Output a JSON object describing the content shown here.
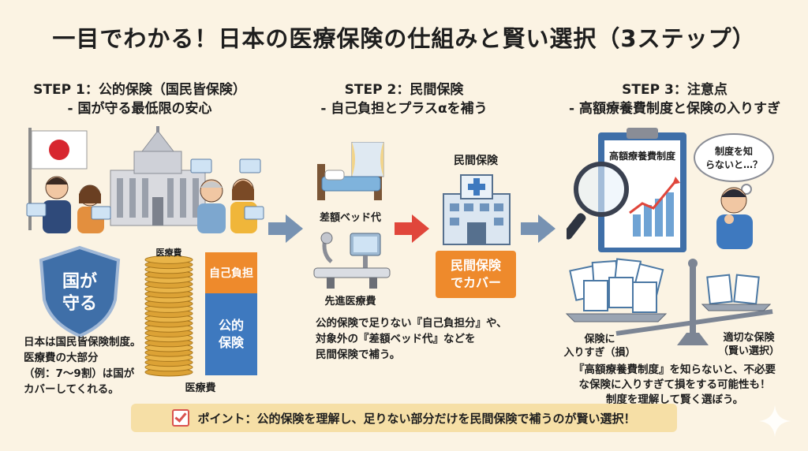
{
  "title": "一目でわかる！日本の医療保険の仕組みと賢い選択（3ステップ）",
  "steps": [
    {
      "heading": "STEP 1：公的保険（国民皆保険）",
      "sub": "- 国が守る最低限の安心"
    },
    {
      "heading": "STEP 2：民間保険",
      "sub": "- 自己負担とプラスαを補う"
    },
    {
      "heading": "STEP 3：注意点",
      "sub": "- 高額療養費制度と保険の入りすぎ"
    }
  ],
  "step1": {
    "shield_line1": "国が",
    "shield_line2": "守る",
    "coin_label": "医療費",
    "self_pay": "自己負担",
    "public_line1": "公的",
    "public_line2": "保険",
    "bar_caption": "医療費",
    "body": [
      "日本は国民皆保険制度。",
      "医療費の大部分",
      "（例：7〜9割）は国が",
      "カバーしてくれる。"
    ]
  },
  "step2": {
    "bed_label": "差額ベッド代",
    "equip_label": "先進医療費",
    "hospital_label": "民間保険",
    "cover_line1": "民間保険",
    "cover_line2": "でカバー",
    "body": [
      "公的保険で足りない『自己負担分』や、",
      "対象外の『差額ベッド代』などを",
      "民間保険で補う。"
    ]
  },
  "step3": {
    "board_title": "高額療養費制度",
    "bubble_line1": "制度を知",
    "bubble_line2": "らないと…？",
    "left_line1": "保険に",
    "left_line2": "入りすぎ（損）",
    "right_line1": "適切な保険",
    "right_line2": "（賢い選択）",
    "body": [
      "『高額療養費制度』を知らないと、不必要",
      "な保険に入りすぎて損をする可能性も！",
      "制度を理解して賢く選ぼう。"
    ]
  },
  "point": "ポイント：公的保険を理解し、足りない部分だけを民間保険で補うのが賢い選択！",
  "colors": {
    "background": "#fbf3e3",
    "shield": "#3f6fa8",
    "self_pay": "#ee8a2c",
    "public": "#3e79bf",
    "arrow_blue": "#7792b2",
    "arrow_red": "#e0463b",
    "coin": "#e9b448",
    "point_bar": "#f6dfa6"
  }
}
